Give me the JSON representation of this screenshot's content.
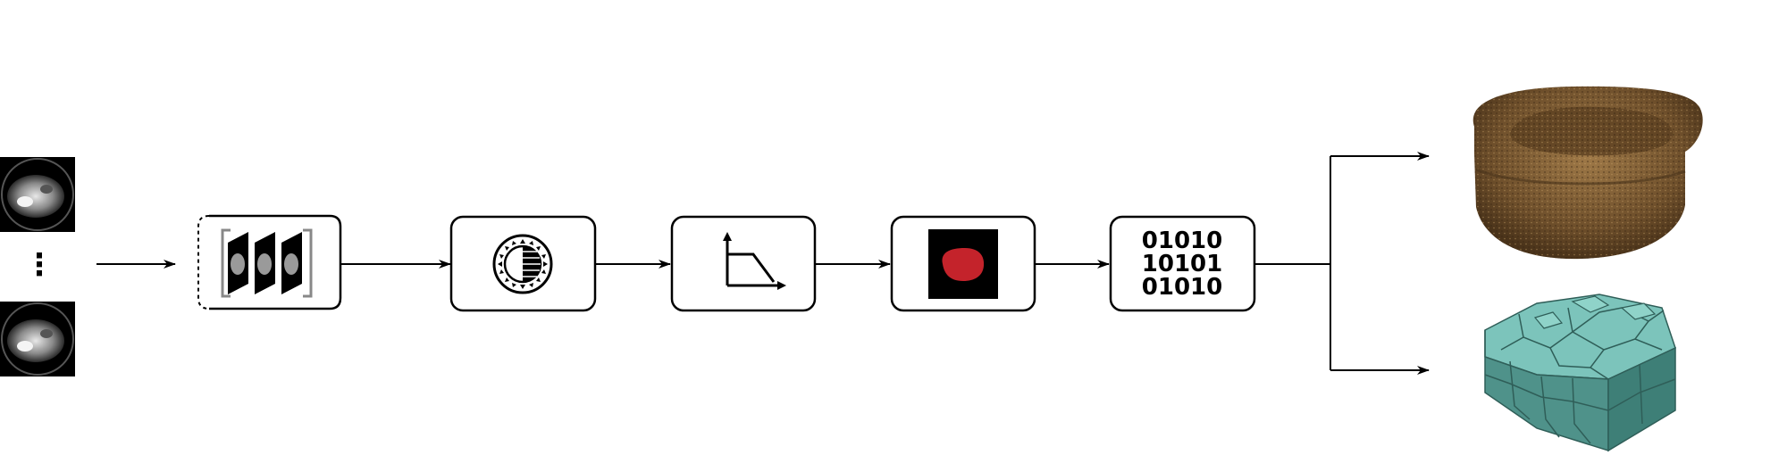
{
  "diagram": {
    "kind": "processing-pipeline",
    "stages": [
      {
        "id": "input-slices",
        "icon": "ct-slice-images"
      },
      {
        "id": "stack",
        "icon": "stacked-slices-icon"
      },
      {
        "id": "filter",
        "icon": "circular-filter-icon"
      },
      {
        "id": "threshold",
        "icon": "threshold-curve-icon"
      },
      {
        "id": "segment",
        "icon": "segmentation-mask-icon"
      },
      {
        "id": "export",
        "icon": "binary-data-icon"
      }
    ],
    "binary_lines": [
      "01010",
      "10101",
      "01010"
    ],
    "input_ellipsis": "⋮",
    "outputs": [
      {
        "id": "rendered-volume",
        "icon": "3d-volume-render"
      },
      {
        "id": "mesh-model",
        "icon": "3d-polyhedral-mesh"
      }
    ],
    "colors": {
      "stroke": "#000000",
      "mask_fill": "#c4232b",
      "volume_color": "#7a5a34",
      "mesh_color": "#5fa8a0",
      "ct_background": "#000000"
    }
  }
}
